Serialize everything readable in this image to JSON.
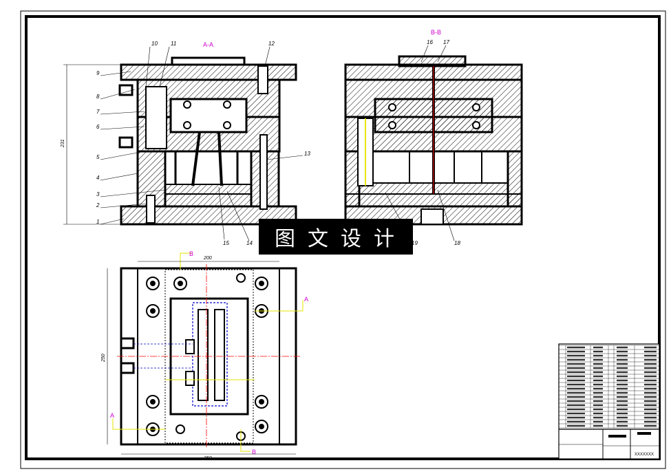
{
  "views": {
    "section_aa_label": "A-A",
    "section_bb_label": "B-B"
  },
  "part_numbers_left": [
    "10",
    "11",
    "12",
    "9",
    "8",
    "7",
    "6",
    "5",
    "4",
    "3",
    "2",
    "1",
    "13",
    "15",
    "14"
  ],
  "part_numbers_right": [
    "16",
    "17",
    "19",
    "18"
  ],
  "dimensions": {
    "height_231": "231",
    "width_200": "200",
    "width_250": "250",
    "height_250": "250"
  },
  "plan_markers": {
    "a": "A",
    "b": "B"
  },
  "watermark": "图文设计",
  "title_block": {
    "code": "XXXXXXX"
  },
  "colors": {
    "line": "#000000",
    "section_label": "#cc00cc",
    "center_line": "#ff0000",
    "hidden_line": "#0000cc",
    "marker": "#e6e600"
  }
}
